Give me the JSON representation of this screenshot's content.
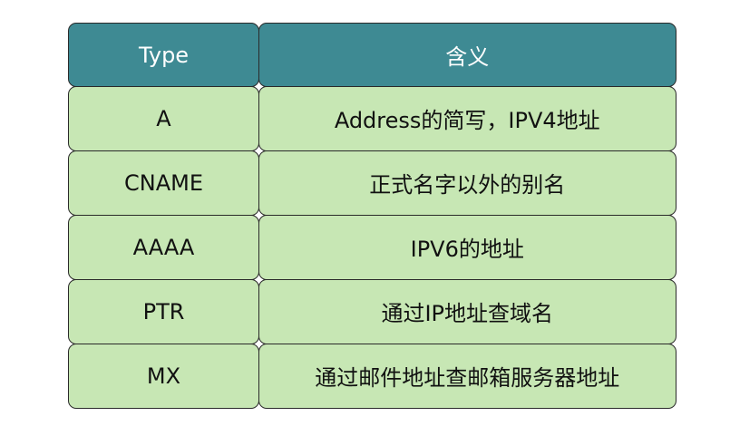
{
  "table": {
    "headers": [
      "Type",
      "含义"
    ],
    "rows": [
      [
        "A",
        "Address的简写，IPV4地址"
      ],
      [
        "CNAME",
        "正式名字以外的别名"
      ],
      [
        "AAAA",
        "IPV6的地址"
      ],
      [
        "PTR",
        "通过IP地址查域名"
      ],
      [
        "MX",
        "通过邮件地址查邮箱服务器地址"
      ]
    ]
  },
  "colors": {
    "header_bg": "#3e8a93",
    "row_bg": "#c7e7b4",
    "border": "#2a2a2a"
  }
}
